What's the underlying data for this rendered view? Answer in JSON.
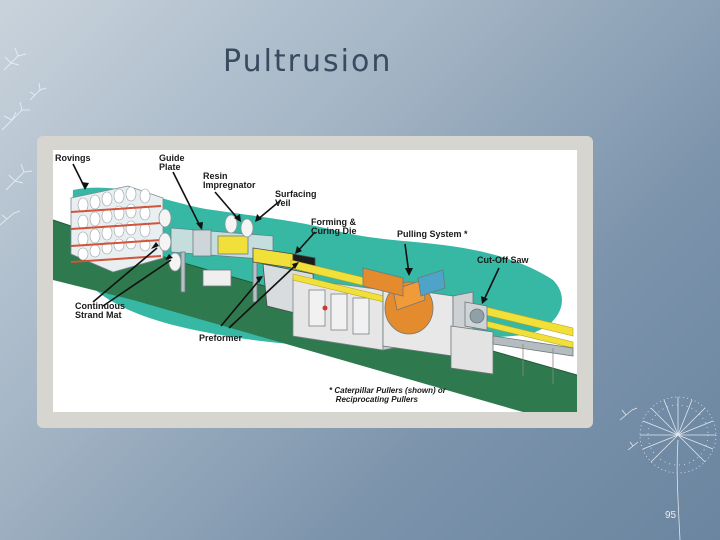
{
  "slide": {
    "title": "Pultrusion",
    "page_number": "95"
  },
  "diagram": {
    "labels": {
      "rovings": "Rovings",
      "guide_plate": "Guide\nPlate",
      "resin_impregnator": "Resin\nImpregnator",
      "surfacing_veil": "Surfacing\nVeil",
      "forming_die": "Forming &\nCuring Die",
      "pulling_system": "Pulling System *",
      "cutoff_saw": "Cut-Off Saw",
      "strand_mat": "Continuous\nStrand Mat",
      "preformer": "Preformer",
      "footnote": "* Caterpillar Pullers (shown) or\n   Reciprocating Pullers"
    },
    "colors": {
      "blob": "#36b8a4",
      "floor": "#2e7a4e",
      "machine": "#e6e6e6",
      "pultrusion": "#f2e03a",
      "puller": "#e48b2e"
    }
  }
}
